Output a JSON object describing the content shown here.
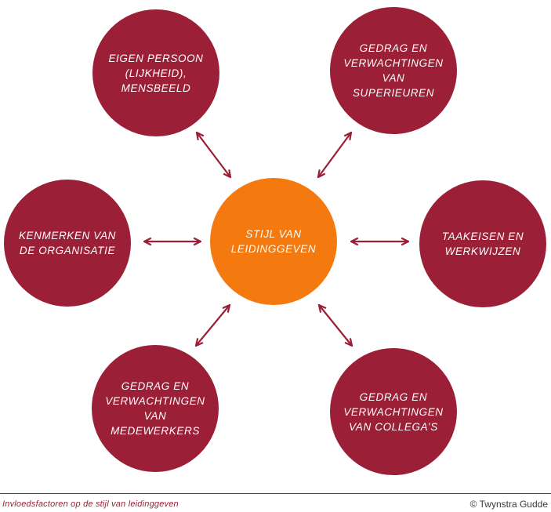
{
  "colors": {
    "outer_node": "#9b1f36",
    "center_node": "#f47a10",
    "arrow": "#9b1f36",
    "text": "#ffffff"
  },
  "center": {
    "label": "STIJL VAN\nLEIDINGGEVEN"
  },
  "nodes": {
    "top_left": {
      "label": "EIGEN PERSOON\n(LIJKHEID),\nMENSBEELD"
    },
    "top_right": {
      "label": "GEDRAG EN\nVERWACHTINGEN VAN\nSUPERIEUREN"
    },
    "mid_left": {
      "label": "KENMERKEN VAN\nDE ORGANISATIE"
    },
    "mid_right": {
      "label": "TAAKEISEN EN\nWERKWIJZEN"
    },
    "bottom_left": {
      "label": "GEDRAG EN\nVERWACHTINGEN VAN\nMEDEWERKERS"
    },
    "bottom_right": {
      "label": "GEDRAG EN\nVERWACHTINGEN\nVAN COLLEGA’S"
    }
  },
  "footer": {
    "caption": "Invloedsfactoren op de stijl van leidinggeven",
    "copyright": "© Twynstra Gudde"
  }
}
